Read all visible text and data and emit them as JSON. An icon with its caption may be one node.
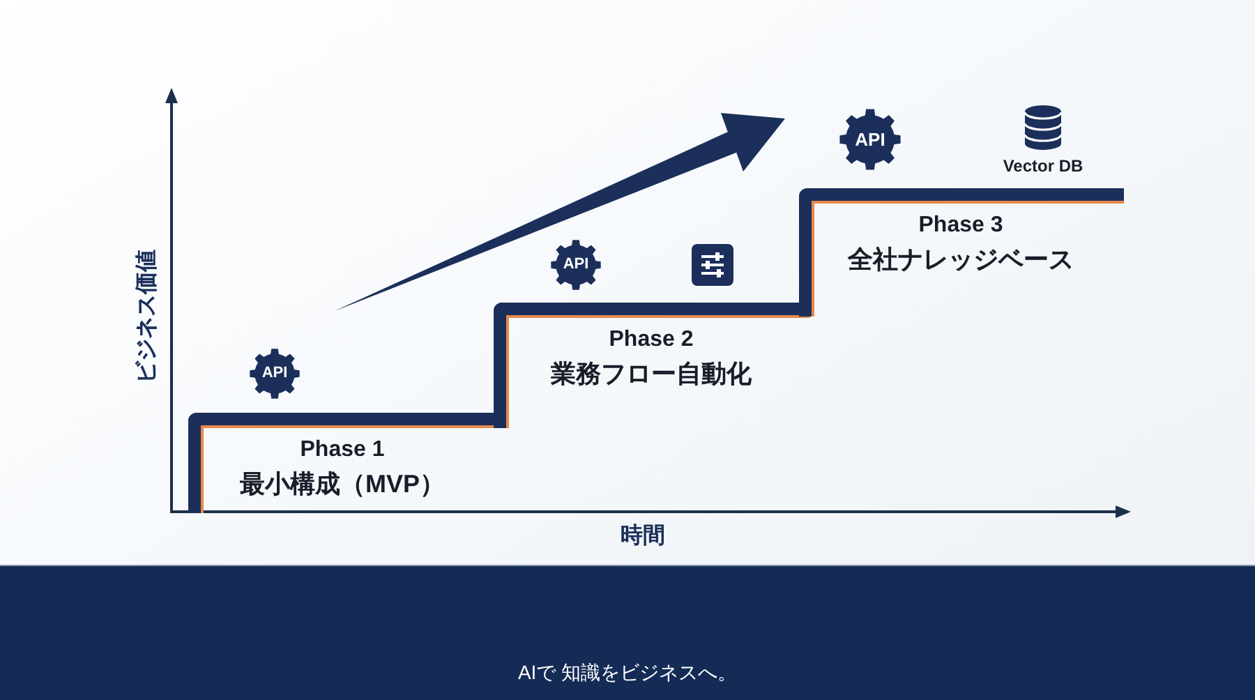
{
  "diagram": {
    "nodes": [
      {
        "text": [
          "Phase 1",
          "最小構成（MVP）"
        ]
      },
      {
        "text": [
          "Phase 2",
          "業務フロー自動化"
        ]
      },
      {
        "text": [
          "Phase 3",
          "全社ナレッジベース"
        ]
      }
    ],
    "labels": [
      "ビジネス価値",
      "API",
      "API",
      "API",
      "Vector DB",
      "時間",
      "AIで 知識をビジネスへ。"
    ]
  }
}
